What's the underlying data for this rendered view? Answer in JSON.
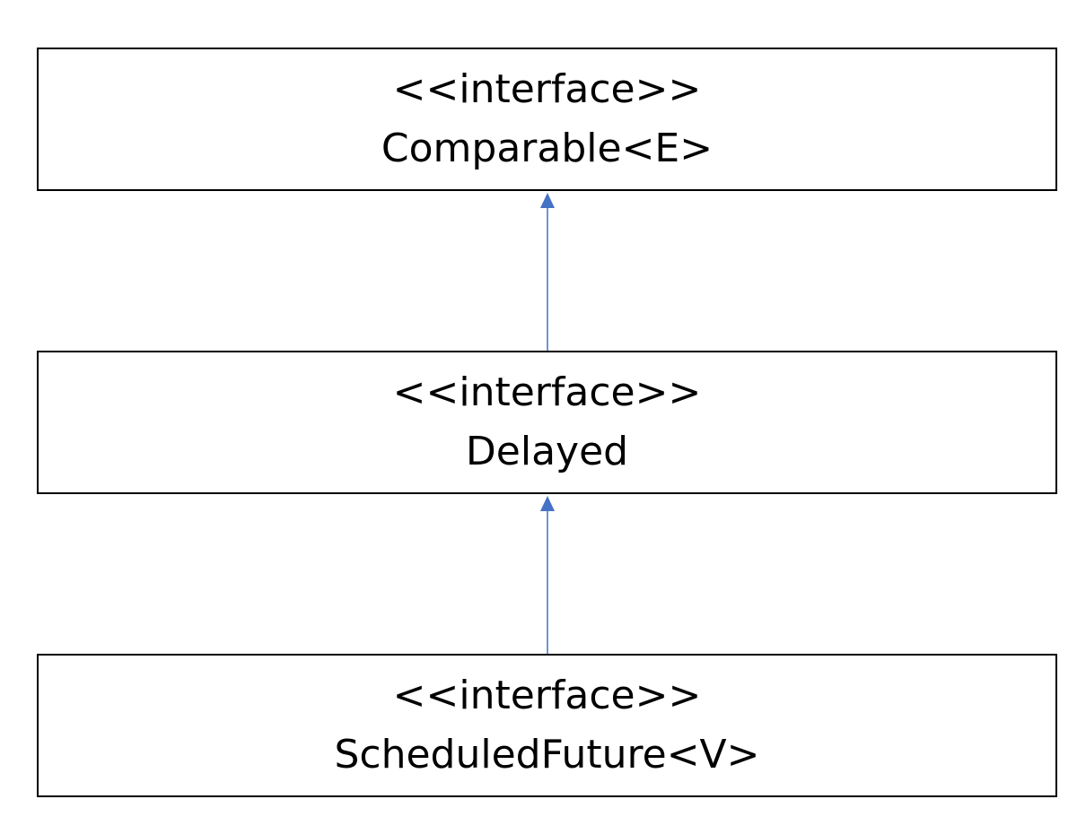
{
  "diagram": {
    "line_color": "#4472C4",
    "classes": [
      {
        "stereotype": "<<interface>>",
        "name": "Comparable<E>"
      },
      {
        "stereotype": "<<interface>>",
        "name": "Delayed"
      },
      {
        "stereotype": "<<interface>>",
        "name": "ScheduledFuture<V>"
      }
    ],
    "relations": [
      {
        "from": "Delayed",
        "to": "Comparable<E>",
        "type": "generalization"
      },
      {
        "from": "ScheduledFuture<V>",
        "to": "Delayed",
        "type": "generalization"
      }
    ]
  }
}
